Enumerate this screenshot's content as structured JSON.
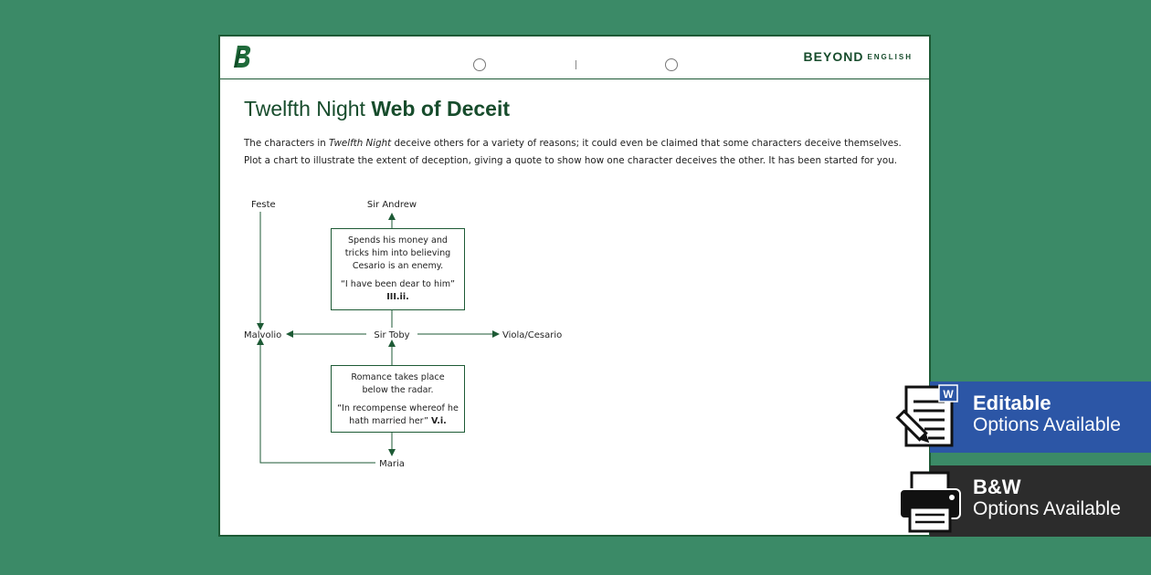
{
  "header": {
    "brand_main": "BEYOND",
    "brand_sub": "ENGLISH",
    "colors": {
      "brand_green": "#174c2c",
      "background": "#3b8a67"
    }
  },
  "worksheet": {
    "title_normal": "Twelfth Night",
    "title_bold": "Web of Deceit",
    "intro_line1_before": "The characters in ",
    "intro_line1_italic": "Twelfth Night",
    "intro_line1_after": " deceive others for a variety of reasons; it could even be claimed that some characters deceive themselves.",
    "intro_line2": "Plot a chart to illustrate the extent of deception, giving a quote to show how one character deceives the other. It has been started for you."
  },
  "diagram": {
    "nodes": {
      "feste": "Feste",
      "sir_andrew": "Sir Andrew",
      "malvolio": "Malvolio",
      "sir_toby": "Sir Toby",
      "viola": "Viola/Cesario",
      "maria": "Maria"
    },
    "box_top": {
      "description": "Spends his money and tricks him into believing Cesario is an enemy.",
      "quote": "“I have been dear to him”",
      "ref": "III.ii."
    },
    "box_bottom": {
      "description": "Romance takes place below the radar.",
      "quote": "“In recompense whereof he hath married her”",
      "ref": "V.i."
    }
  },
  "badges": {
    "editable_title": "Editable",
    "editable_sub": "Options Available",
    "editable_icon": "word-document-pencil-icon",
    "bw_title": "B&W",
    "bw_sub": "Options Available",
    "bw_icon": "printer-icon"
  }
}
